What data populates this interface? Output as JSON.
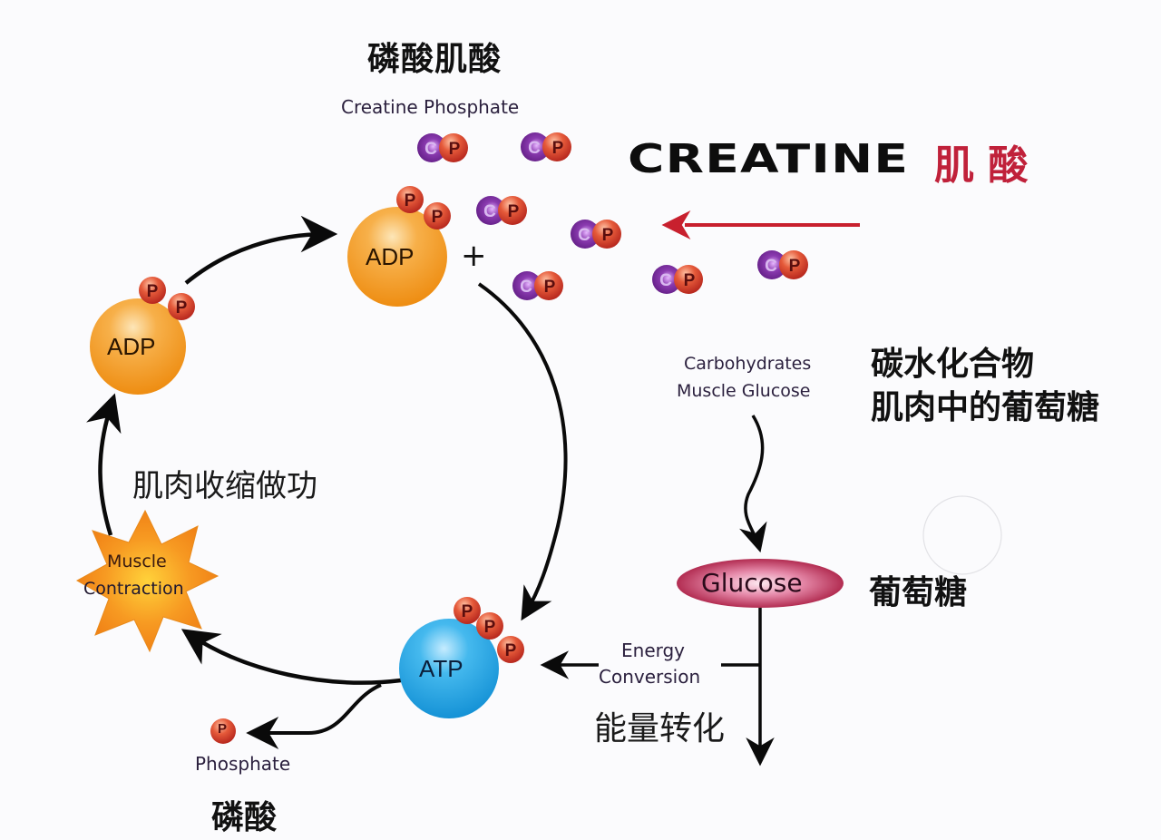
{
  "title": {
    "cn": "磷酸肌酸",
    "en": "Creatine Phosphate"
  },
  "creatine": {
    "en": "CREATINE",
    "cn": "肌 酸",
    "en_color": "#0d0d0d",
    "cn_color": "#c0213a"
  },
  "molecules": {
    "adp_top": "ADP",
    "adp_left": "ADP",
    "atp": "ATP",
    "phosphate_glyph": "P",
    "creatine_glyph": "C",
    "plus": "+"
  },
  "muscle_contraction": {
    "line1": "Muscle",
    "line2": "Contraction",
    "cn": "肌肉收缩做功"
  },
  "phosphate": {
    "en": "Phosphate",
    "cn": "磷酸"
  },
  "carbohydrates": {
    "en_line1": "Carbohydrates",
    "en_line2": "Muscle Glucose",
    "cn_line1": "碳水化合物",
    "cn_line2": "肌肉中的葡萄糖"
  },
  "glucose": {
    "en": "Glucose",
    "cn": "葡萄糖"
  },
  "energy_conversion": {
    "en_line1": "Energy",
    "en_line2": "Conversion",
    "cn": "能量转化"
  },
  "colors": {
    "adp": "#f39a1e",
    "atp": "#1aa0e0",
    "phosphate": "#d8432a",
    "creatine": "#7a2a9a",
    "glucose": "#b0204a",
    "arrow_red": "#c8202e",
    "star": "#f4901e"
  }
}
